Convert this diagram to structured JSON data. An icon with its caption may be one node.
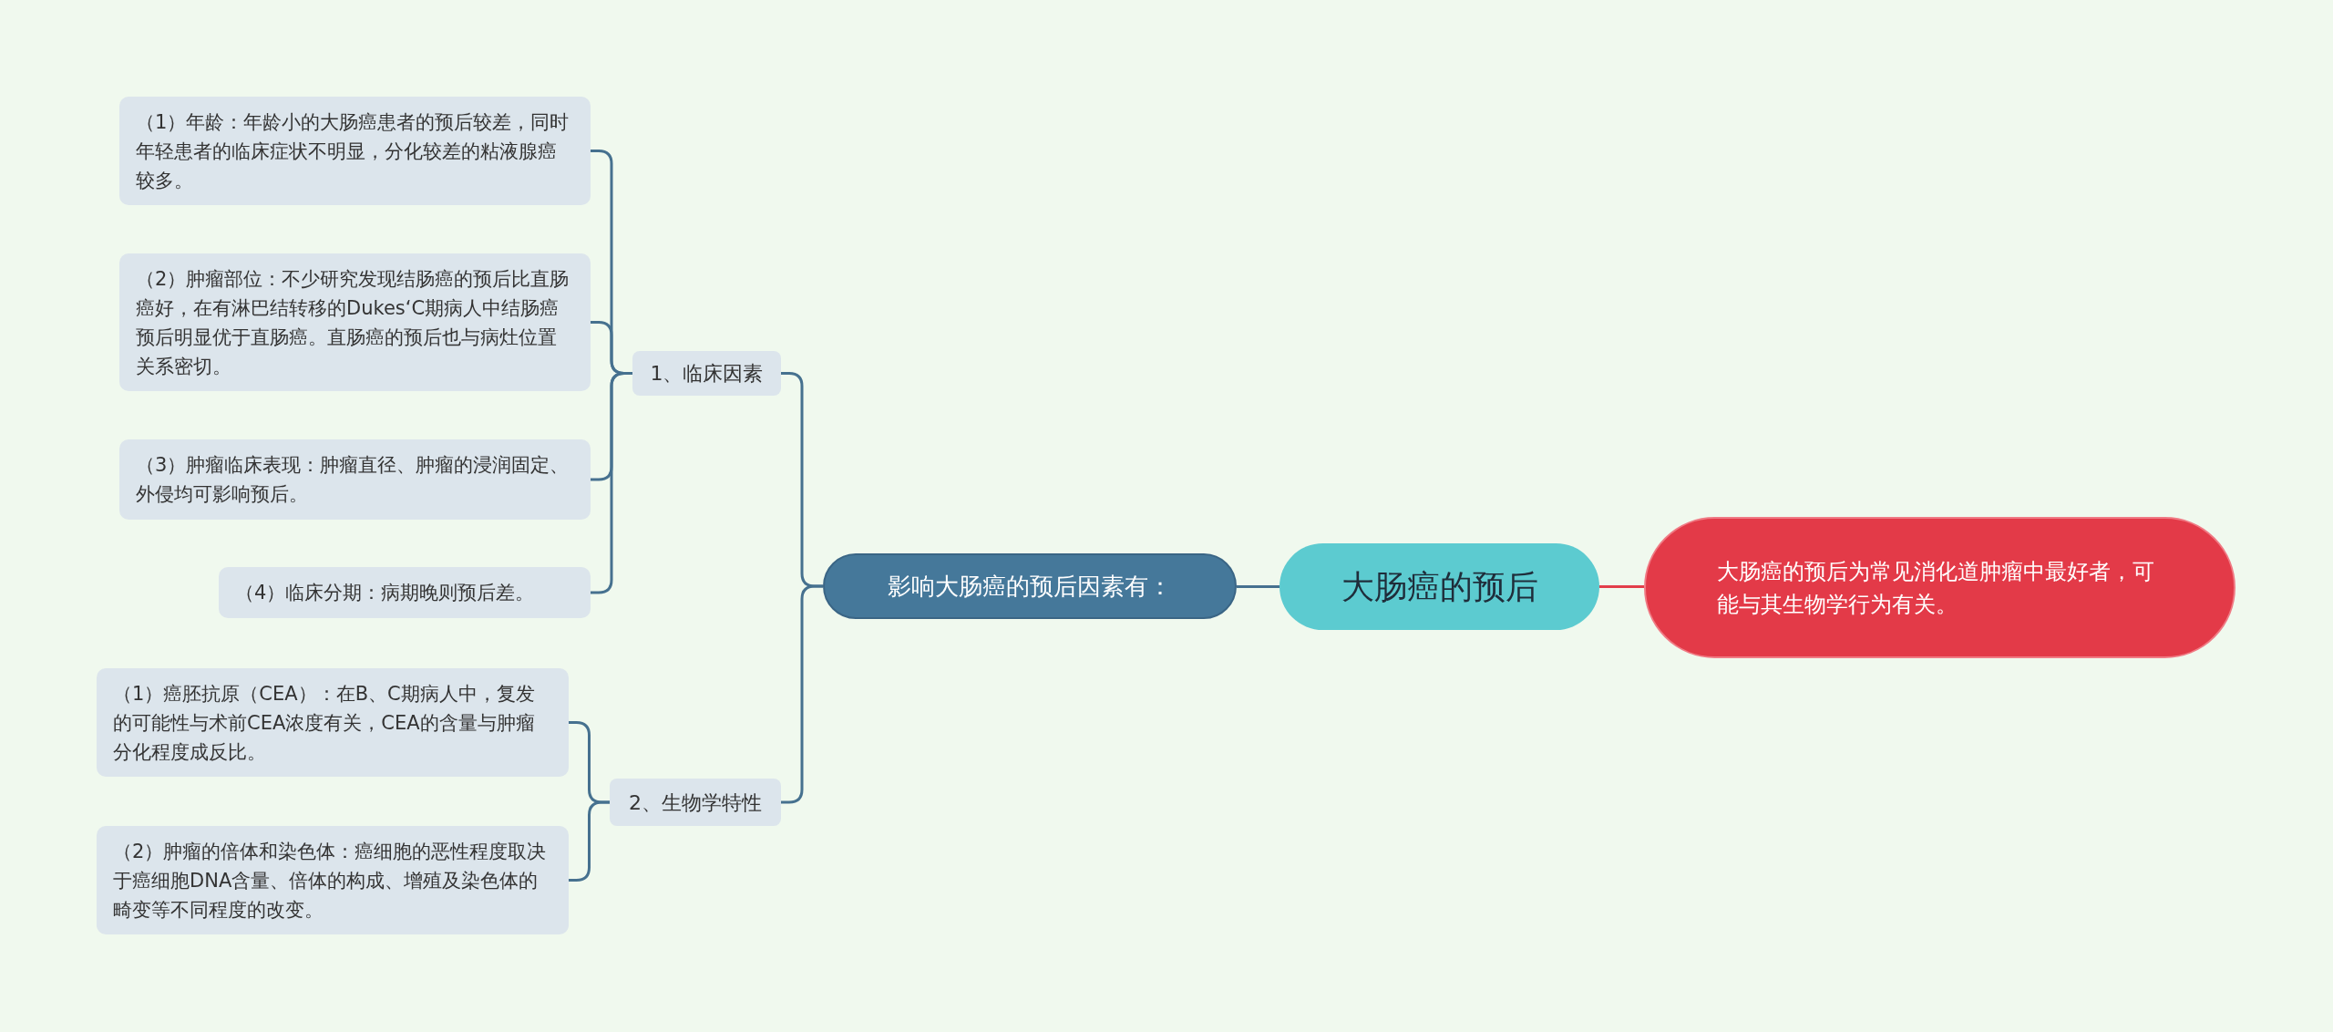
{
  "diagram": {
    "nodes": [
      {
        "text": [
          "大肠癌的预后"
        ]
      },
      {
        "text": [
          "大肠癌的预后为常见消化道肿瘤中最好者，可能与其生物学行为有关。"
        ]
      },
      {
        "text": [
          "影响大肠癌的预后因素有："
        ]
      },
      {
        "text": [
          "1、临床因素"
        ]
      },
      {
        "text": [
          "（1）年龄：年龄小的大肠癌患者的预后较差，同时年轻患者的临床症状不明显，分化较差的粘液腺癌较多。"
        ]
      },
      {
        "text": [
          "（2）肿瘤部位：不少研究发现结肠癌的预后比直肠癌好，在有淋巴结转移的Dukes‘C期病人中结肠癌预后明显优于直肠癌。直肠癌的预后也与病灶位置关系密切。"
        ]
      },
      {
        "text": [
          "（3）肿瘤临床表现：肿瘤直径、肿瘤的浸润固定、外侵均可影响预后。"
        ]
      },
      {
        "text": [
          "（4）临床分期：病期晚则预后差。"
        ]
      },
      {
        "text": [
          "2、生物学特性"
        ]
      },
      {
        "text": [
          "（1）癌胚抗原（CEA）：在B、C期病人中，复发的可能性与术前CEA浓度有关，CEA的含量与肿瘤分化程度成反比。"
        ]
      },
      {
        "text": [
          "（2）肿瘤的倍体和染色体：癌细胞的恶性程度取决于癌细胞DNA含量、倍体的构成、增殖及染色体的畸变等不同程度的改变。"
        ]
      }
    ],
    "edges": [
      {
        "from": 0,
        "to": 1,
        "arrow": "none",
        "color": "#e23e4a"
      },
      {
        "from": 0,
        "to": 2,
        "arrow": "none"
      },
      {
        "from": 2,
        "to": 3,
        "arrow": "none"
      },
      {
        "from": 2,
        "to": 8,
        "arrow": "none"
      },
      {
        "from": 3,
        "to": 4,
        "arrow": "none"
      },
      {
        "from": 3,
        "to": 5,
        "arrow": "none"
      },
      {
        "from": 3,
        "to": 6,
        "arrow": "none"
      },
      {
        "from": 3,
        "to": 7,
        "arrow": "none"
      },
      {
        "from": 8,
        "to": 9,
        "arrow": "none"
      },
      {
        "from": 8,
        "to": 10,
        "arrow": "none"
      }
    ]
  }
}
